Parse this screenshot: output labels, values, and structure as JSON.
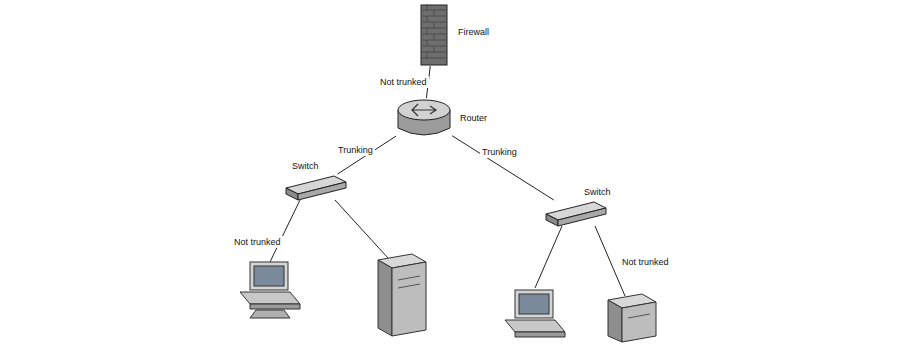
{
  "diagram": {
    "nodes": [
      {
        "text": [
          "Firewall"
        ]
      },
      {
        "text": [
          "Router"
        ]
      },
      {
        "text": [
          "Switch"
        ]
      },
      {
        "text": [
          "Switch"
        ]
      }
    ],
    "edges": [
      {
        "from": 0,
        "to": 1,
        "arrow": "none",
        "label": "Not trunked"
      },
      {
        "from": 1,
        "to": 2,
        "arrow": "none",
        "label": "Trunking"
      },
      {
        "from": 1,
        "to": 3,
        "arrow": "none",
        "label": "Trunking"
      }
    ],
    "labels": [
      "Not trunked",
      "Not trunked"
    ]
  }
}
